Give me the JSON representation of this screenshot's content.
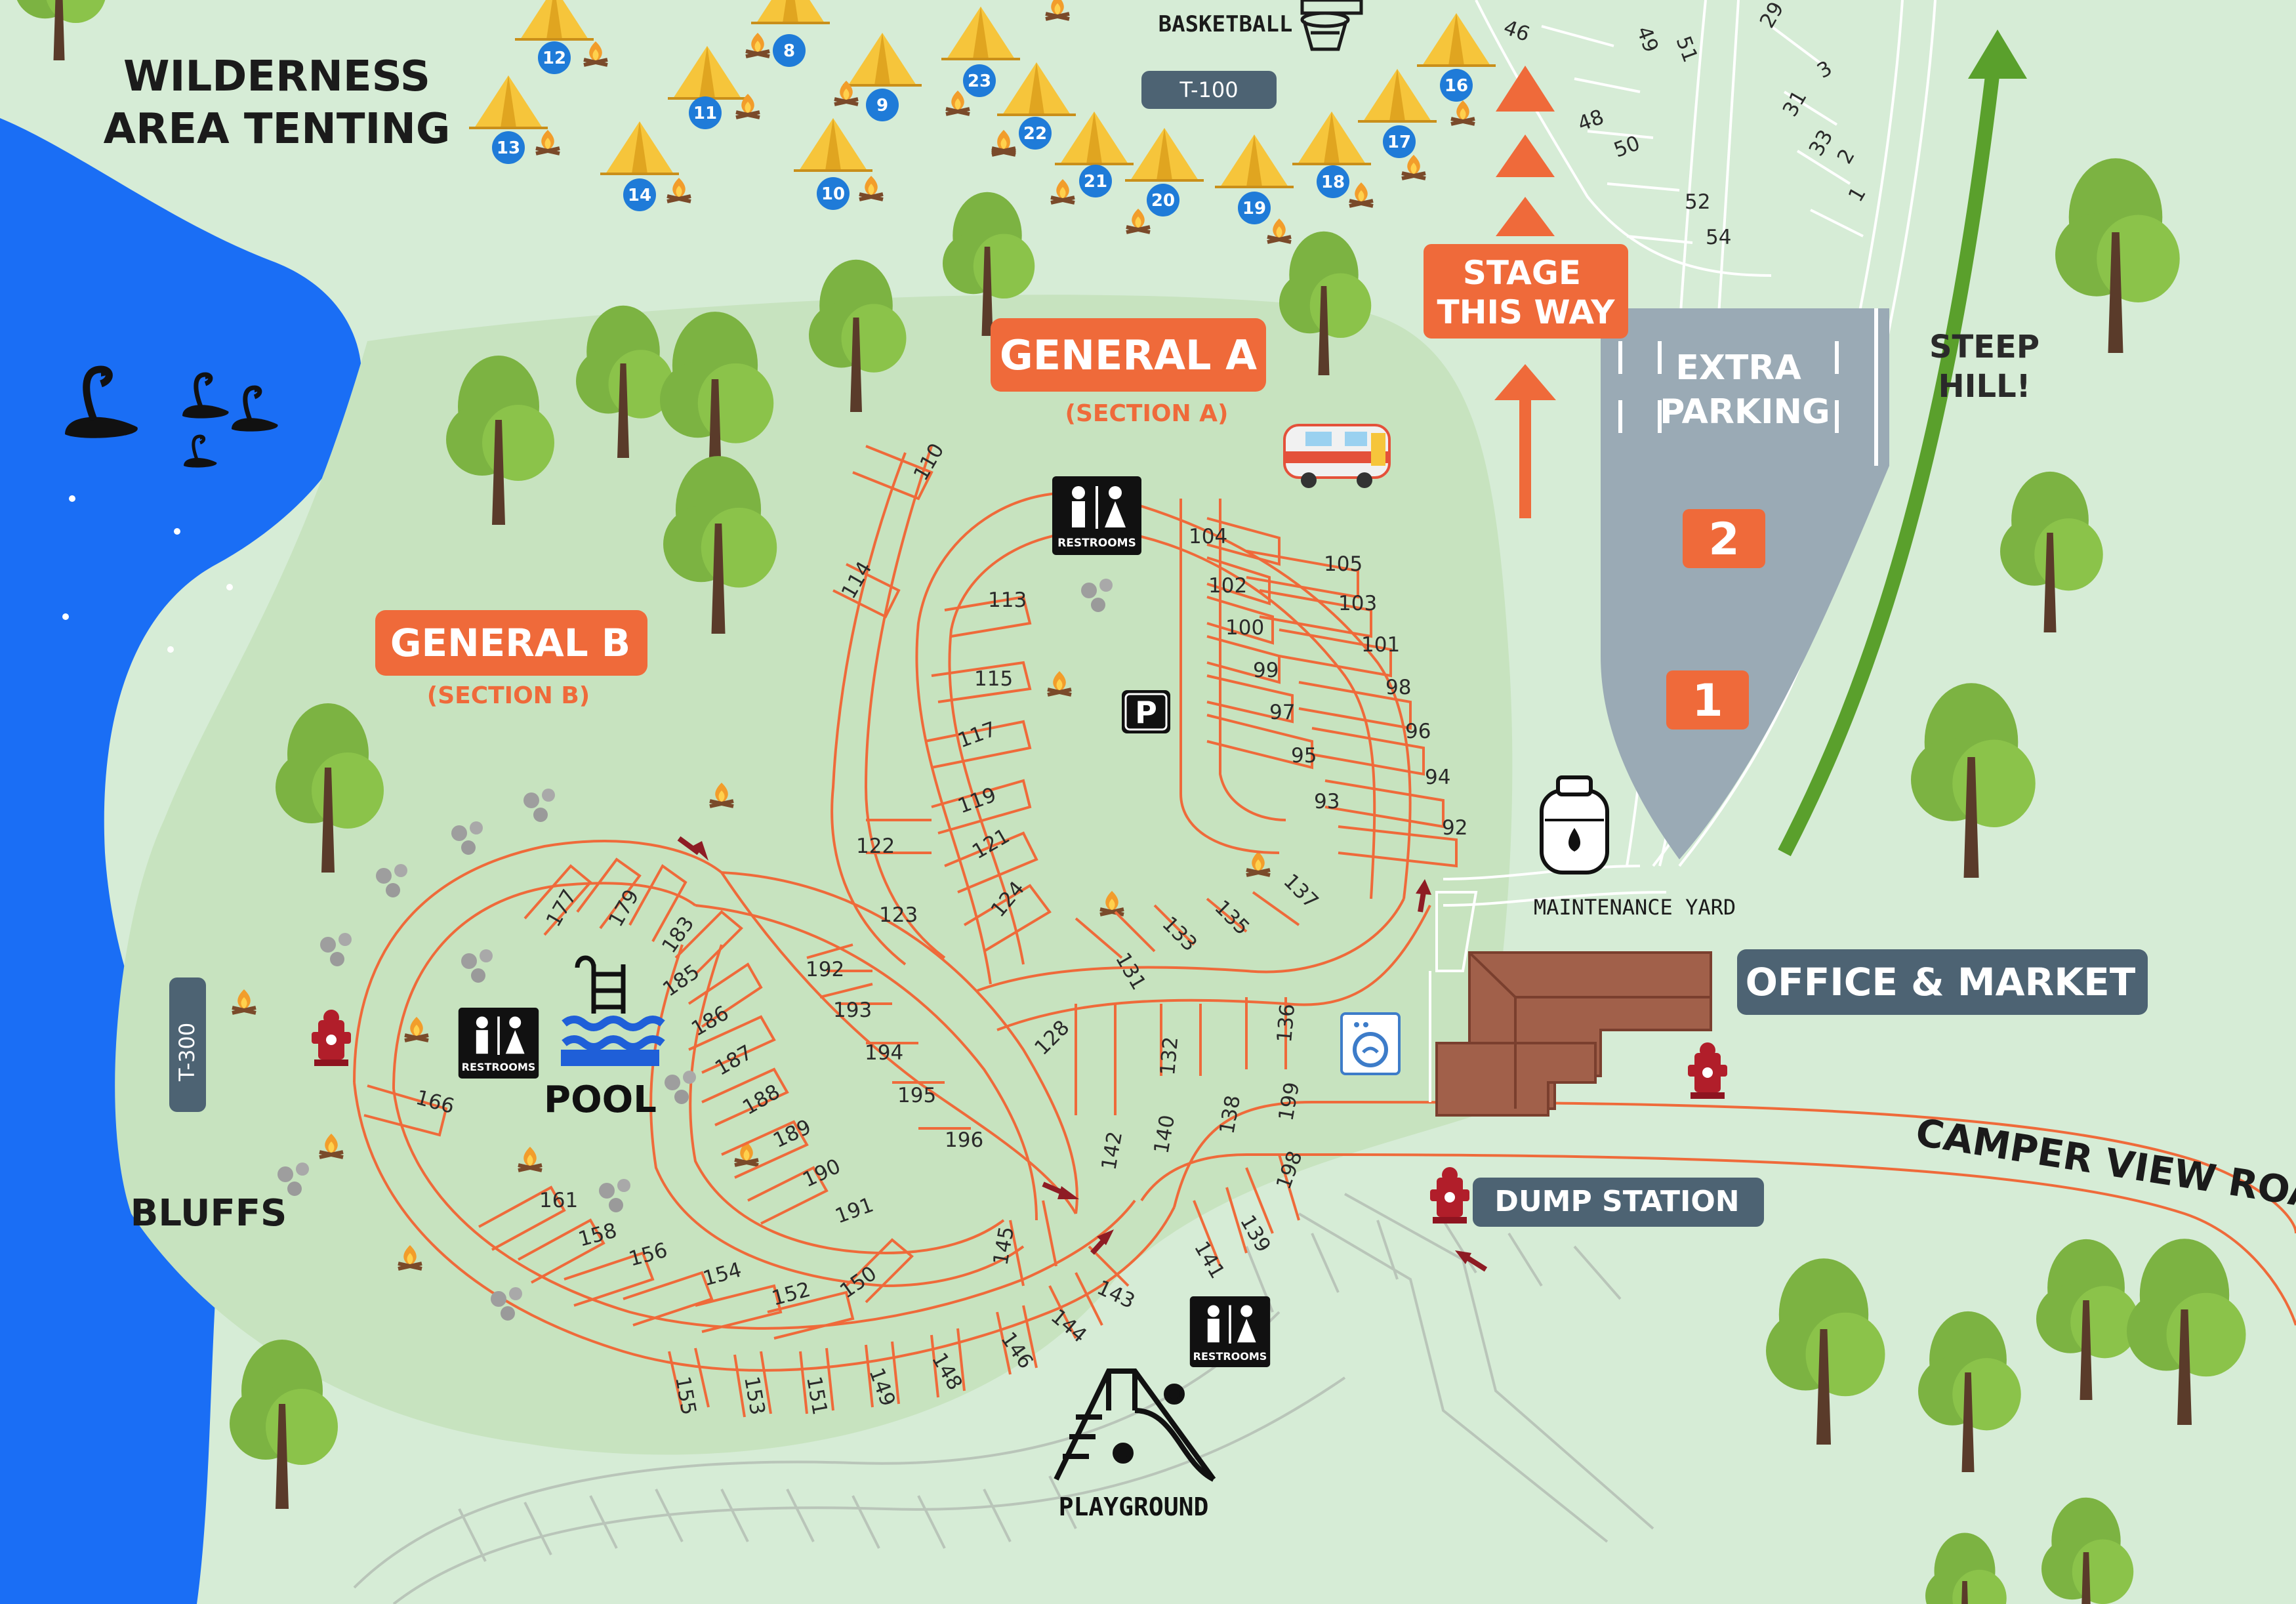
{
  "map_title_areas": {
    "wilderness": [
      "WILDERNESS",
      "AREA TENTING"
    ],
    "general_a": "GENERAL A",
    "section_a": "(SECTION A)",
    "general_b": "GENERAL B",
    "section_b": "(SECTION B)",
    "bluffs": "BLUFFS"
  },
  "amenities": {
    "basketball": "BASKETBALL",
    "pool": "POOL",
    "restrooms": "RESTROOMS",
    "playground": "PLAYGROUND",
    "maintenance_yard": "MAINTENANCE YARD",
    "office_market": "OFFICE & MARKET",
    "dump_station": "DUMP STATION",
    "parking_p": "P"
  },
  "signs": {
    "stage": [
      "STAGE",
      "THIS WAY"
    ],
    "extra_parking": [
      "EXTRA",
      "PARKING"
    ],
    "steep_hill": [
      "STEEP",
      "HILL!"
    ],
    "camper_view_road": "CAMPER VIEW ROAD",
    "lot_1": "1",
    "lot_2": "2"
  },
  "trails": {
    "t100": "T-100",
    "t300": "T-300"
  },
  "tent_sites": [
    "8",
    "9",
    "10",
    "11",
    "12",
    "13",
    "14",
    "16",
    "17",
    "18",
    "19",
    "20",
    "21",
    "22",
    "23"
  ],
  "sites_general_a": [
    "110",
    "114",
    "113",
    "115",
    "117",
    "119",
    "121",
    "122",
    "123",
    "124",
    "128",
    "131",
    "133",
    "135",
    "137",
    "104",
    "102",
    "100",
    "99",
    "97",
    "95",
    "93",
    "105",
    "103",
    "101",
    "98",
    "96",
    "94",
    "92",
    "132",
    "136",
    "138",
    "140",
    "142",
    "199"
  ],
  "sites_general_b": [
    "177",
    "179",
    "183",
    "185",
    "186",
    "187",
    "188",
    "189",
    "190",
    "191",
    "192",
    "193",
    "194",
    "195",
    "196",
    "166",
    "161",
    "158",
    "156",
    "154",
    "152",
    "150",
    "155",
    "153",
    "151",
    "149",
    "148",
    "146",
    "145",
    "144",
    "143",
    "141",
    "139",
    "198"
  ],
  "sites_north": [
    "46",
    "49",
    "51",
    "29",
    "48",
    "50",
    "52",
    "54",
    "3",
    "31",
    "33",
    "2",
    "1"
  ],
  "colors": {
    "grass": "#d6ecd6",
    "park": "#c7e3bf",
    "lake": "#1a6ef5",
    "orange": "#ef6a3a",
    "slate": "#4d6373",
    "parking_grey": "#9aaab5",
    "brown_roof": "#a1604a",
    "tree_green": "#7cb342",
    "trunk": "#5a3b2a",
    "tent_yellow": "#f6c53b",
    "tent_blue": "#1f7bd8",
    "hydrant": "#b11e2a"
  }
}
